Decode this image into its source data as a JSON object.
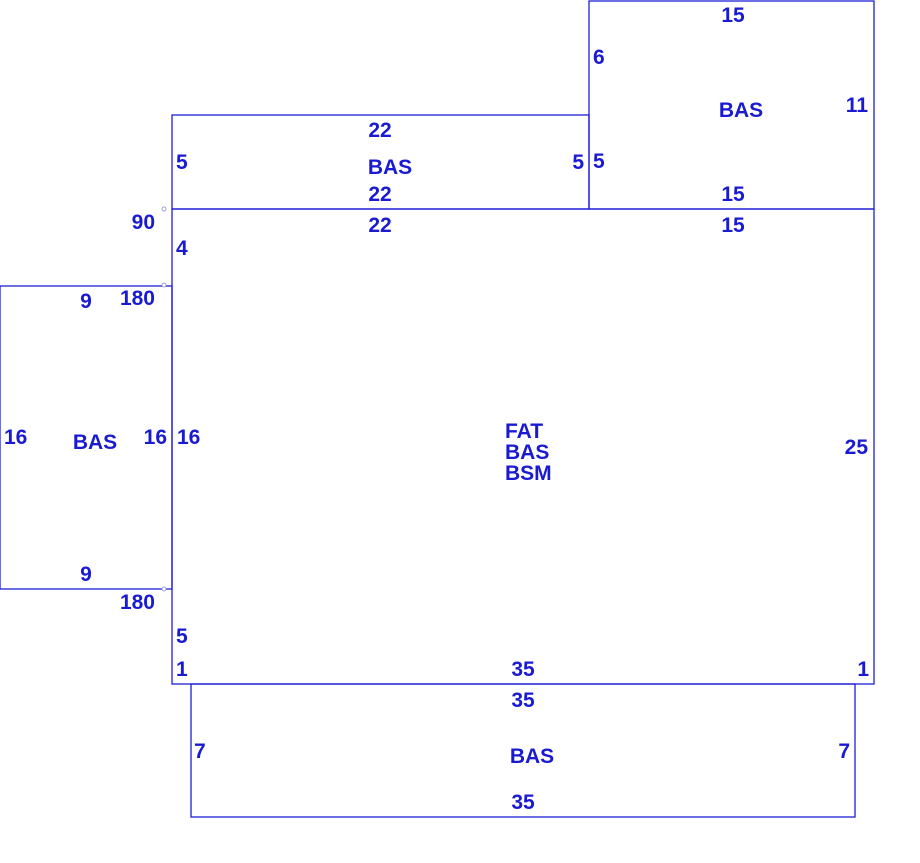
{
  "line_color": "#1f1fd6",
  "text_color": "#1a1ad2",
  "areas": {
    "main": {
      "labels": [
        "FAT",
        "BAS",
        "BSM"
      ],
      "top": "22",
      "top_right": "15",
      "bottom": "35",
      "left_upper": "4",
      "left_mid": "16",
      "left_lower": "5",
      "left_bottom": "1",
      "right": "25",
      "right_bottom": "1"
    },
    "top_middle": {
      "label": "BAS",
      "top": "22",
      "bottom": "22",
      "left": "5",
      "right": "5"
    },
    "top_right": {
      "label": "BAS",
      "top": "15",
      "bottom": "15",
      "left_upper": "6",
      "left_lower": "5",
      "right": "11"
    },
    "left_wing": {
      "label": "BAS",
      "top": "9",
      "bottom": "9",
      "left": "16",
      "right": "16"
    },
    "bottom": {
      "label": "BAS",
      "top": "35",
      "bottom": "35",
      "left": "7",
      "right": "7"
    }
  },
  "angles": {
    "top_left": "90",
    "wing_top": "180",
    "wing_bottom": "180"
  }
}
